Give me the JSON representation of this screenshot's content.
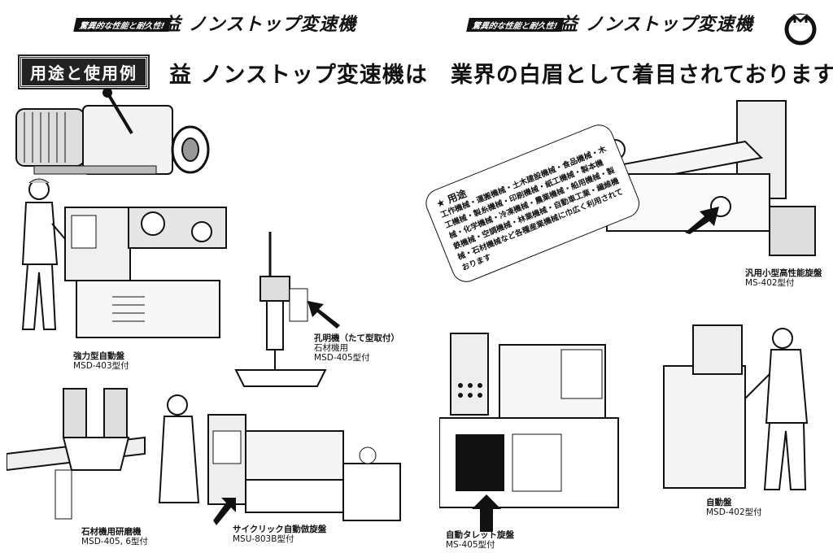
{
  "header": {
    "badge_left": "驚異的な性能と耐久性!",
    "brand_left": "益 ノンストップ変速機",
    "badge_right": "驚異的な性能と耐久性!",
    "brand_right": "益 ノンストップ変速機",
    "logo": "M-logo"
  },
  "section": {
    "label": "用途と使用例",
    "headline": "益 ノンストップ変速機は　業界の白眉として着目されております"
  },
  "uses": {
    "heading": "★ 用途",
    "body": "工作機械・運搬機械・土木建設機械・食品機械・木工機械・製糸機械・印刷機械・紙工機械・製本機械・化学機械・冷凍機械・農業機械・船用機械・製鉄機械・空調機械・林業機械・自動車工業・繊維機械・石材機械など各種産業機械に巾広く利用されております"
  },
  "captions": [
    {
      "title": "強力型自動盤",
      "model": "MSD-403型付"
    },
    {
      "title": "孔明機（たて型取付）",
      "sub": "石材機用",
      "model": "MSD-405型付"
    },
    {
      "title": "汎用小型高性能旋盤",
      "model": "MS-402型付"
    },
    {
      "title": "石材機用研磨機",
      "model": "MSD-405, 6型付"
    },
    {
      "title": "サイクリック自動倣旋盤",
      "model": "MSU-803B型付"
    },
    {
      "title": "自動タレット旋盤",
      "model": "MS-405型付"
    },
    {
      "title": "自動盤",
      "model": "MSD-402型付"
    }
  ]
}
